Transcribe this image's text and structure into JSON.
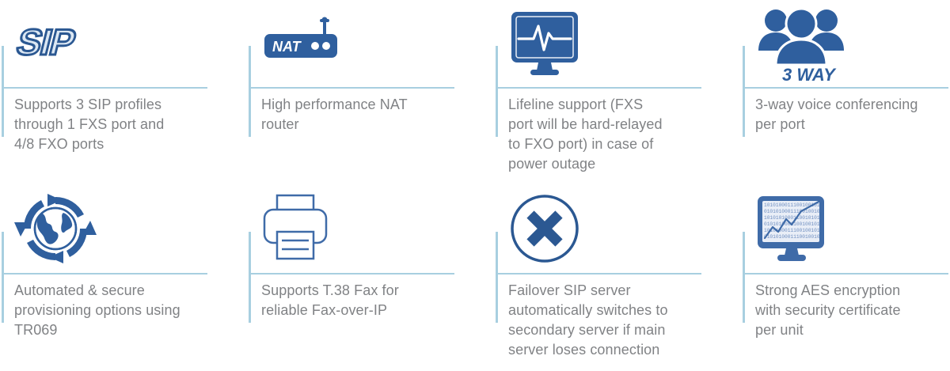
{
  "theme": {
    "icon_blue": "#2f5f9e",
    "icon_blue_dark": "#2b5892",
    "icon_outline": "#3f6ba8",
    "rule_blue": "#a8cfe0",
    "text_grey": "#808285",
    "background": "#ffffff"
  },
  "features": [
    {
      "id": "sip-profiles",
      "icon": "sip-logo-icon",
      "icon_label": "SIP",
      "caption": "Supports 3 SIP profiles\nthrough 1 FXS port and\n4/8 FXO ports"
    },
    {
      "id": "nat-router",
      "icon": "nat-router-icon",
      "icon_label": "NAT",
      "caption": "High performance NAT\nrouter"
    },
    {
      "id": "lifeline-support",
      "icon": "monitor-pulse-icon",
      "icon_label": "",
      "caption": "Lifeline support (FXS\nport will be hard-relayed\nto FXO port) in case of\npower outage"
    },
    {
      "id": "three-way-conferencing",
      "icon": "three-people-icon",
      "icon_label": "3 WAY",
      "caption": "3-way voice conferencing\nper port"
    },
    {
      "id": "auto-provisioning",
      "icon": "globe-refresh-icon",
      "icon_label": "",
      "caption": "Automated & secure\nprovisioning options using\nTR069"
    },
    {
      "id": "t38-fax",
      "icon": "printer-fax-icon",
      "icon_label": "",
      "caption": "Supports T.38 Fax for\nreliable Fax-over-IP"
    },
    {
      "id": "failover-sip-server",
      "icon": "circle-x-icon",
      "icon_label": "",
      "caption": "Failover SIP server\nautomatically switches to\nsecondary server if main\nserver loses connection"
    },
    {
      "id": "aes-encryption",
      "icon": "monitor-binary-chart-icon",
      "icon_label": "",
      "caption": "Strong AES encryption\nwith security certificate\nper unit"
    }
  ]
}
